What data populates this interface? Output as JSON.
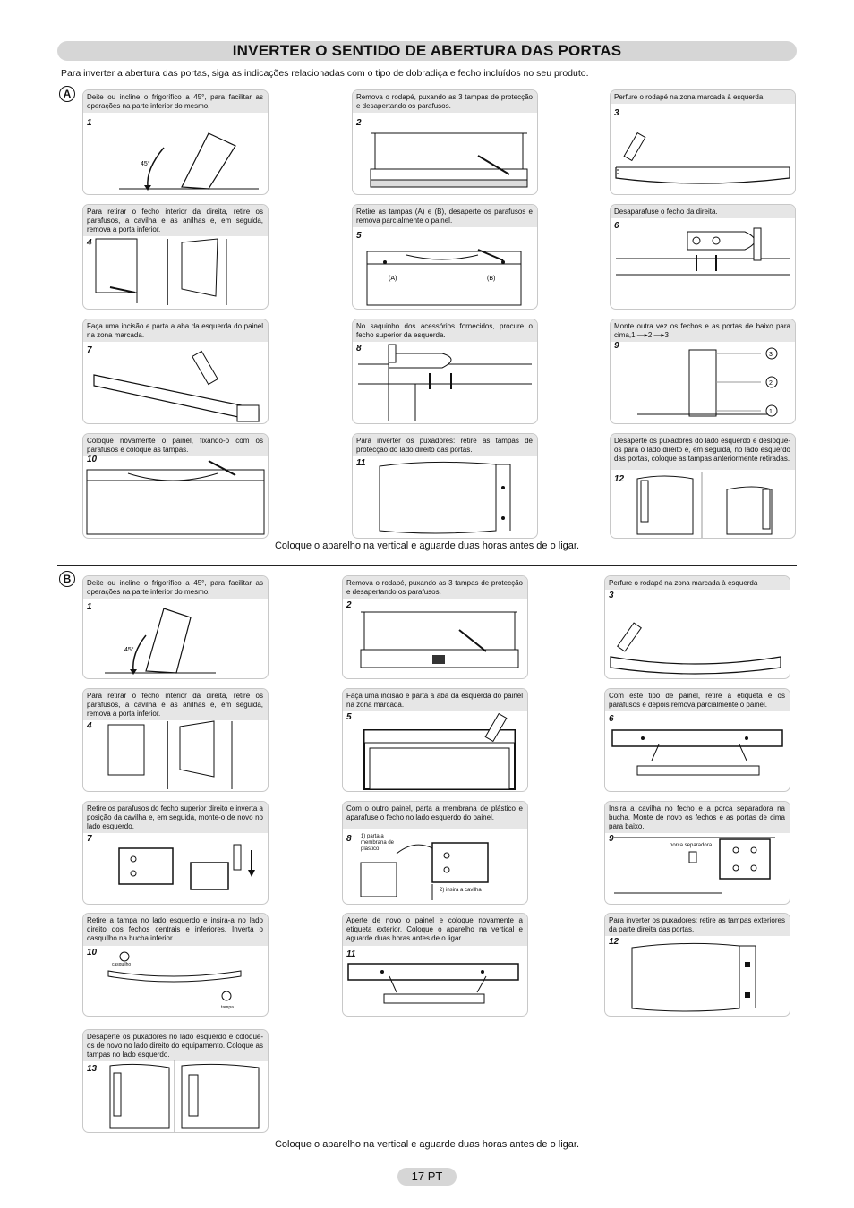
{
  "page": {
    "title": "INVERTER O SENTIDO DE ABERTURA DAS PORTAS",
    "intro": "Para inverter a abertura das portas, siga as indicações relacionadas com o tipo de dobradiça e fecho incluídos no seu produto.",
    "page_number": "17 PT"
  },
  "section_a": {
    "letter": "A",
    "note": "Coloque o aparelho na vertical e aguarde duas horas antes de o ligar.",
    "steps": [
      {
        "num": "1",
        "text": "Deite ou incline o frigorífico a 45°, para facilitar as operações na parte inferior do mesmo.",
        "angle_label": "45°"
      },
      {
        "num": "2",
        "text": "Remova o rodapé, puxando as 3 tampas de protecção e desapertando os parafusos."
      },
      {
        "num": "3",
        "text": "Perfure o rodapé na zona marcada à esquerda"
      },
      {
        "num": "4",
        "text": "Para retirar o fecho interior da direita, retire os parafusos, a cavilha e as anilhas e, em seguida, remova a porta inferior."
      },
      {
        "num": "5",
        "text": "Retire as tampas (A) e (B), desaperte os parafusos e remova parcialmente o painel.",
        "label_a": "(A)",
        "label_b": "(B)"
      },
      {
        "num": "6",
        "text": "Desaparafuse o fecho da direita."
      },
      {
        "num": "7",
        "text": "Faça uma incisão e parta a aba da esquerda do painel na zona marcada."
      },
      {
        "num": "8",
        "text": "No saquinho dos acessórios fornecidos, procure o fecho superior da esquerda."
      },
      {
        "num": "9",
        "text": "Monte outra vez os fechos e as portas de baixo para cima,1",
        "seq": "2",
        "seq_end": "3",
        "m1": "3",
        "m2": "2",
        "m3": "1"
      },
      {
        "num": "10",
        "text": "Coloque novamente o painel, fixando-o com os parafusos e coloque as tampas."
      },
      {
        "num": "11",
        "text": "Para inverter os puxadores: retire as tampas de protecção do lado direito das portas."
      },
      {
        "num": "12",
        "text": "Desaperte os puxadores do lado esquerdo e desloque-os para o lado direito e, em seguida, no lado esquerdo das portas, coloque as tampas anteriormente retiradas."
      }
    ]
  },
  "section_b": {
    "letter": "B",
    "note": "Coloque o aparelho na vertical e aguarde duas horas antes de o ligar.",
    "steps": [
      {
        "num": "1",
        "text": "Deite ou incline o frigorífico a 45°, para facilitar as operações na parte inferior do mesmo.",
        "angle_label": "45°"
      },
      {
        "num": "2",
        "text": "Remova o rodapé, puxando as 3 tampas de protecção e desapertando os parafusos."
      },
      {
        "num": "3",
        "text": "Perfure o rodapé na zona marcada à esquerda"
      },
      {
        "num": "4",
        "text": "Para retirar o fecho interior da direita, retire os parafusos, a cavilha e as anilhas e, em seguida, remova a porta inferior."
      },
      {
        "num": "5",
        "text": "Faça uma incisão e parta a aba da esquerda do painel na zona marcada."
      },
      {
        "num": "6",
        "text": "Com este tipo de painel, retire a etiqueta e os parafusos e depois remova parcialmente o painel."
      },
      {
        "num": "7",
        "text": "Retire os parafusos do fecho superior direito e inverta a posição da cavilha e, em seguida, monte-o de novo no lado esquerdo."
      },
      {
        "num": "8",
        "text": "Com o outro painel, parta a membrana de plástico e aparafuse o fecho no lado esquerdo do painel.",
        "sub1": "1) parta a membrana de plástico",
        "sub2": "2) insira a cavilha"
      },
      {
        "num": "9",
        "text": "Insira a cavilha no fecho e a porca separadora na bucha. Monte de novo os fechos e as portas de cima para baixo.",
        "label": "porca separadora"
      },
      {
        "num": "10",
        "text": "Retire a tampa no lado esquerdo e insira-a no lado direito dos fechos centrais e inferiores. Inverta o casquilho na bucha inferior.",
        "l1": "casquilho",
        "l2": "tampa"
      },
      {
        "num": "11",
        "text": "Aperte de novo o painel e coloque novamente a etiqueta exterior. Coloque o aparelho na vertical e aguarde duas horas antes de o ligar."
      },
      {
        "num": "12",
        "text": "Para inverter os puxadores: retire as tampas exteriores da parte direita das portas."
      },
      {
        "num": "13",
        "text": "Desaperte os puxadores no lado esquerdo e coloque-os de novo no lado direito do equipamento. Coloque as tampas no lado esquerdo."
      }
    ]
  }
}
